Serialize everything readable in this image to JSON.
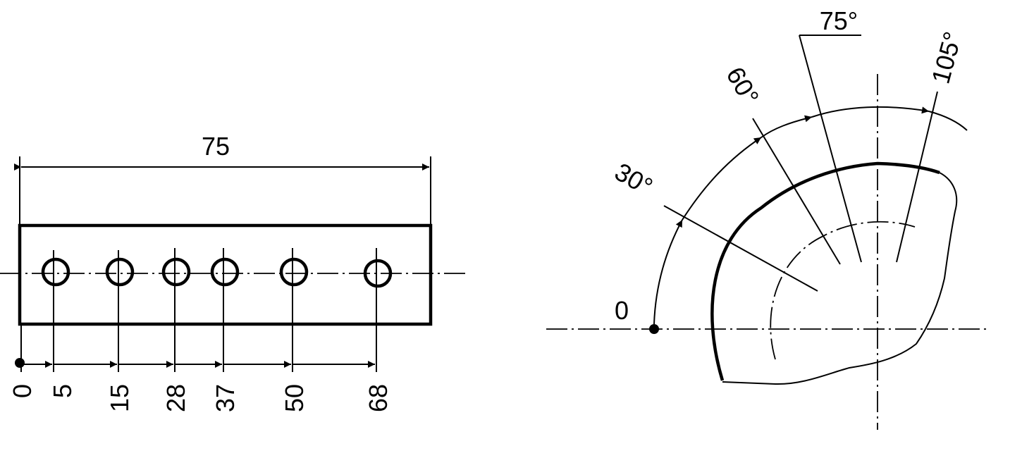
{
  "linear": {
    "overall_label": "75",
    "hole_labels": [
      "0",
      "5",
      "15",
      "28",
      "37",
      "50",
      "68"
    ]
  },
  "angular": {
    "origin_label": "0",
    "angle_labels": [
      "30°",
      "60°",
      "75°",
      "105°"
    ]
  }
}
